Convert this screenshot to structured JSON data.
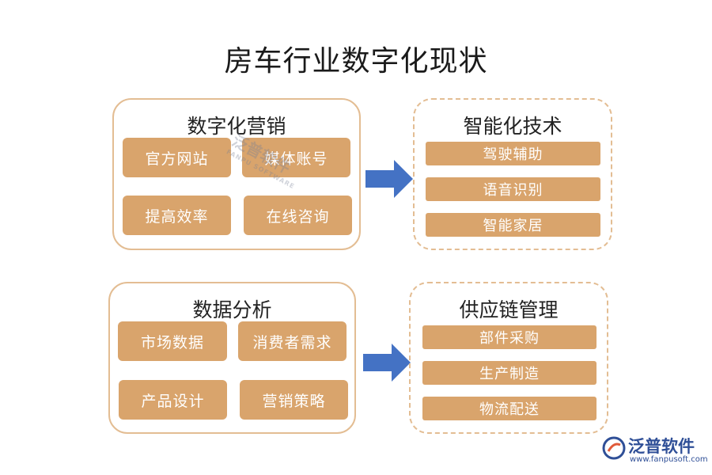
{
  "title": "房车行业数字化现状",
  "digital_marketing": {
    "title": "数字化营销",
    "items": [
      "官方网站",
      "媒体账号",
      "提高效率",
      "在线咨询"
    ]
  },
  "smart_tech": {
    "title": "智能化技术",
    "items": [
      "驾驶辅助",
      "语音识别",
      "智能家居"
    ]
  },
  "data_analysis": {
    "title": "数据分析",
    "items": [
      "市场数据",
      "消费者需求",
      "产品设计",
      "营销策略"
    ]
  },
  "supply_chain": {
    "title": "供应链管理",
    "items": [
      "部件采购",
      "生产制造",
      "物流配送"
    ]
  },
  "watermark": {
    "text": "泛普软件",
    "sub": "FANPU SOFTWARE"
  },
  "logo": {
    "name": "泛普软件",
    "url": "www.fanpusoft.com"
  },
  "colors": {
    "tile": "#d9a46c",
    "border": "#e3bd93",
    "arrow": "#4472c4",
    "logo": "#2f4f97"
  }
}
